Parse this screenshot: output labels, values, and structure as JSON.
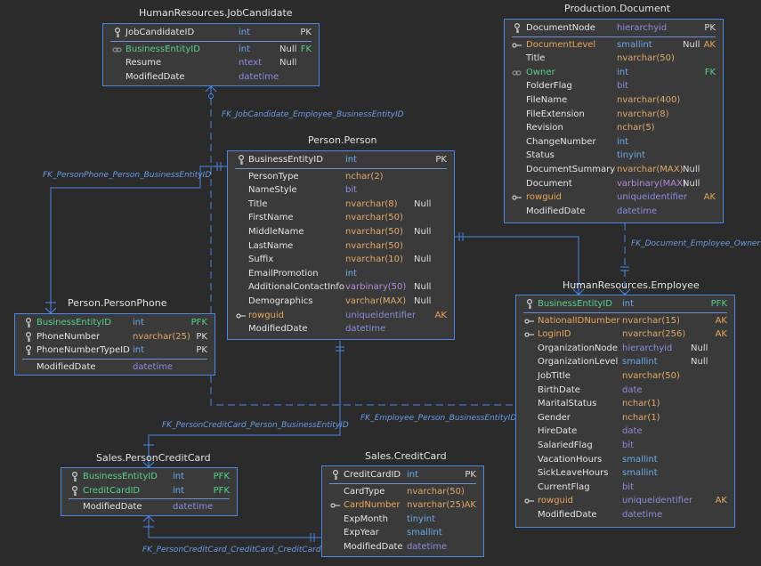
{
  "colors": {
    "background": "#2b2b2b",
    "box": "#3a3a3a",
    "border": "#4a86e8",
    "line": "#4a86e8",
    "fk": "#57d08b",
    "ak": "#e8a55a",
    "int": "#6aa9ea",
    "string": "#e0a86a",
    "other": "#8c8cdd",
    "label": "#6b9be6"
  },
  "tables": {
    "jobcandidate": {
      "title": "HumanResources.JobCandidate",
      "columns": [
        {
          "name": "JobCandidateID",
          "type": "int",
          "null": "",
          "key": "PK",
          "icon": "pk"
        },
        {
          "name": "BusinessEntityID",
          "type": "int",
          "null": "Null",
          "key": "FK",
          "icon": "fk"
        },
        {
          "name": "Resume",
          "type": "ntext",
          "null": "Null",
          "key": "",
          "icon": ""
        },
        {
          "name": "ModifiedDate",
          "type": "datetime",
          "null": "",
          "key": "",
          "icon": ""
        }
      ]
    },
    "document": {
      "title": "Production.Document",
      "columns": [
        {
          "name": "DocumentNode",
          "type": "hierarchyid",
          "null": "",
          "key": "PK",
          "icon": "pk"
        },
        {
          "name": "DocumentLevel",
          "type": "smallint",
          "null": "Null",
          "key": "AK",
          "icon": "ak"
        },
        {
          "name": "Title",
          "type": "nvarchar(50)",
          "null": "",
          "key": "",
          "icon": ""
        },
        {
          "name": "Owner",
          "type": "int",
          "null": "",
          "key": "FK",
          "icon": "fk"
        },
        {
          "name": "FolderFlag",
          "type": "bit",
          "null": "",
          "key": "",
          "icon": ""
        },
        {
          "name": "FileName",
          "type": "nvarchar(400)",
          "null": "",
          "key": "",
          "icon": ""
        },
        {
          "name": "FileExtension",
          "type": "nvarchar(8)",
          "null": "",
          "key": "",
          "icon": ""
        },
        {
          "name": "Revision",
          "type": "nchar(5)",
          "null": "",
          "key": "",
          "icon": ""
        },
        {
          "name": "ChangeNumber",
          "type": "int",
          "null": "",
          "key": "",
          "icon": ""
        },
        {
          "name": "Status",
          "type": "tinyint",
          "null": "",
          "key": "",
          "icon": ""
        },
        {
          "name": "DocumentSummary",
          "type": "nvarchar(MAX)",
          "null": "Null",
          "key": "",
          "icon": ""
        },
        {
          "name": "Document",
          "type": "varbinary(MAX)",
          "null": "Null",
          "key": "",
          "icon": ""
        },
        {
          "name": "rowguid",
          "type": "uniqueidentifier",
          "null": "",
          "key": "AK",
          "icon": "ak"
        },
        {
          "name": "ModifiedDate",
          "type": "datetime",
          "null": "",
          "key": "",
          "icon": ""
        }
      ]
    },
    "person": {
      "title": "Person.Person",
      "columns": [
        {
          "name": "BusinessEntityID",
          "type": "int",
          "null": "",
          "key": "PK",
          "icon": "pk"
        },
        {
          "name": "PersonType",
          "type": "nchar(2)",
          "null": "",
          "key": "",
          "icon": ""
        },
        {
          "name": "NameStyle",
          "type": "bit",
          "null": "",
          "key": "",
          "icon": ""
        },
        {
          "name": "Title",
          "type": "nvarchar(8)",
          "null": "Null",
          "key": "",
          "icon": ""
        },
        {
          "name": "FirstName",
          "type": "nvarchar(50)",
          "null": "",
          "key": "",
          "icon": ""
        },
        {
          "name": "MiddleName",
          "type": "nvarchar(50)",
          "null": "Null",
          "key": "",
          "icon": ""
        },
        {
          "name": "LastName",
          "type": "nvarchar(50)",
          "null": "",
          "key": "",
          "icon": ""
        },
        {
          "name": "Suffix",
          "type": "nvarchar(10)",
          "null": "Null",
          "key": "",
          "icon": ""
        },
        {
          "name": "EmailPromotion",
          "type": "int",
          "null": "",
          "key": "",
          "icon": ""
        },
        {
          "name": "AdditionalContactInfo",
          "type": "varbinary(50)",
          "null": "Null",
          "key": "",
          "icon": ""
        },
        {
          "name": "Demographics",
          "type": "varchar(MAX)",
          "null": "Null",
          "key": "",
          "icon": ""
        },
        {
          "name": "rowguid",
          "type": "uniqueidentifier",
          "null": "",
          "key": "AK",
          "icon": "ak"
        },
        {
          "name": "ModifiedDate",
          "type": "datetime",
          "null": "",
          "key": "",
          "icon": ""
        }
      ]
    },
    "personphone": {
      "title": "Person.PersonPhone",
      "columns": [
        {
          "name": "BusinessEntityID",
          "type": "int",
          "null": "",
          "key": "PFK",
          "icon": "pk"
        },
        {
          "name": "PhoneNumber",
          "type": "nvarchar(25)",
          "null": "",
          "key": "PK",
          "icon": "pk"
        },
        {
          "name": "PhoneNumberTypeID",
          "type": "int",
          "null": "",
          "key": "PK",
          "icon": "pk"
        },
        {
          "name": "ModifiedDate",
          "type": "datetime",
          "null": "",
          "key": "",
          "icon": ""
        }
      ]
    },
    "employee": {
      "title": "HumanResources.Employee",
      "columns": [
        {
          "name": "BusinessEntityID",
          "type": "int",
          "null": "",
          "key": "PFK",
          "icon": "pk"
        },
        {
          "name": "NationalIDNumber",
          "type": "nvarchar(15)",
          "null": "",
          "key": "AK",
          "icon": "ak"
        },
        {
          "name": "LoginID",
          "type": "nvarchar(256)",
          "null": "",
          "key": "AK",
          "icon": "ak"
        },
        {
          "name": "OrganizationNode",
          "type": "hierarchyid",
          "null": "Null",
          "key": "",
          "icon": ""
        },
        {
          "name": "OrganizationLevel",
          "type": "smallint",
          "null": "Null",
          "key": "",
          "icon": ""
        },
        {
          "name": "JobTitle",
          "type": "nvarchar(50)",
          "null": "",
          "key": "",
          "icon": ""
        },
        {
          "name": "BirthDate",
          "type": "date",
          "null": "",
          "key": "",
          "icon": ""
        },
        {
          "name": "MaritalStatus",
          "type": "nchar(1)",
          "null": "",
          "key": "",
          "icon": ""
        },
        {
          "name": "Gender",
          "type": "nchar(1)",
          "null": "",
          "key": "",
          "icon": ""
        },
        {
          "name": "HireDate",
          "type": "date",
          "null": "",
          "key": "",
          "icon": ""
        },
        {
          "name": "SalariedFlag",
          "type": "bit",
          "null": "",
          "key": "",
          "icon": ""
        },
        {
          "name": "VacationHours",
          "type": "smallint",
          "null": "",
          "key": "",
          "icon": ""
        },
        {
          "name": "SickLeaveHours",
          "type": "smallint",
          "null": "",
          "key": "",
          "icon": ""
        },
        {
          "name": "CurrentFlag",
          "type": "bit",
          "null": "",
          "key": "",
          "icon": ""
        },
        {
          "name": "rowguid",
          "type": "uniqueidentifier",
          "null": "",
          "key": "AK",
          "icon": "ak"
        },
        {
          "name": "ModifiedDate",
          "type": "datetime",
          "null": "",
          "key": "",
          "icon": ""
        }
      ]
    },
    "personcreditcard": {
      "title": "Sales.PersonCreditCard",
      "columns": [
        {
          "name": "BusinessEntityID",
          "type": "int",
          "null": "",
          "key": "PFK",
          "icon": "pk"
        },
        {
          "name": "CreditCardID",
          "type": "int",
          "null": "",
          "key": "PFK",
          "icon": "pk"
        },
        {
          "name": "ModifiedDate",
          "type": "datetime",
          "null": "",
          "key": "",
          "icon": ""
        }
      ]
    },
    "creditcard": {
      "title": "Sales.CreditCard",
      "columns": [
        {
          "name": "CreditCardID",
          "type": "int",
          "null": "",
          "key": "PK",
          "icon": "pk"
        },
        {
          "name": "CardType",
          "type": "nvarchar(50)",
          "null": "",
          "key": "",
          "icon": ""
        },
        {
          "name": "CardNumber",
          "type": "nvarchar(25)",
          "null": "",
          "key": "AK",
          "icon": "ak"
        },
        {
          "name": "ExpMonth",
          "type": "tinyint",
          "null": "",
          "key": "",
          "icon": ""
        },
        {
          "name": "ExpYear",
          "type": "smallint",
          "null": "",
          "key": "",
          "icon": ""
        },
        {
          "name": "ModifiedDate",
          "type": "datetime",
          "null": "",
          "key": "",
          "icon": ""
        }
      ]
    }
  },
  "relationships": {
    "jobcandidate_employee": "FK_JobCandidate_Employee_BusinessEntityID",
    "personphone_person": "FK_PersonPhone_Person_BusinessEntityID",
    "document_employee": "FK_Document_Employee_Owner",
    "personcreditcard_person": "FK_PersonCreditCard_Person_BusinessEntityID",
    "employee_person": "FK_Employee_Person_BusinessEntityID",
    "personcreditcard_creditcard": "FK_PersonCreditCard_CreditCard_CreditCardID"
  }
}
